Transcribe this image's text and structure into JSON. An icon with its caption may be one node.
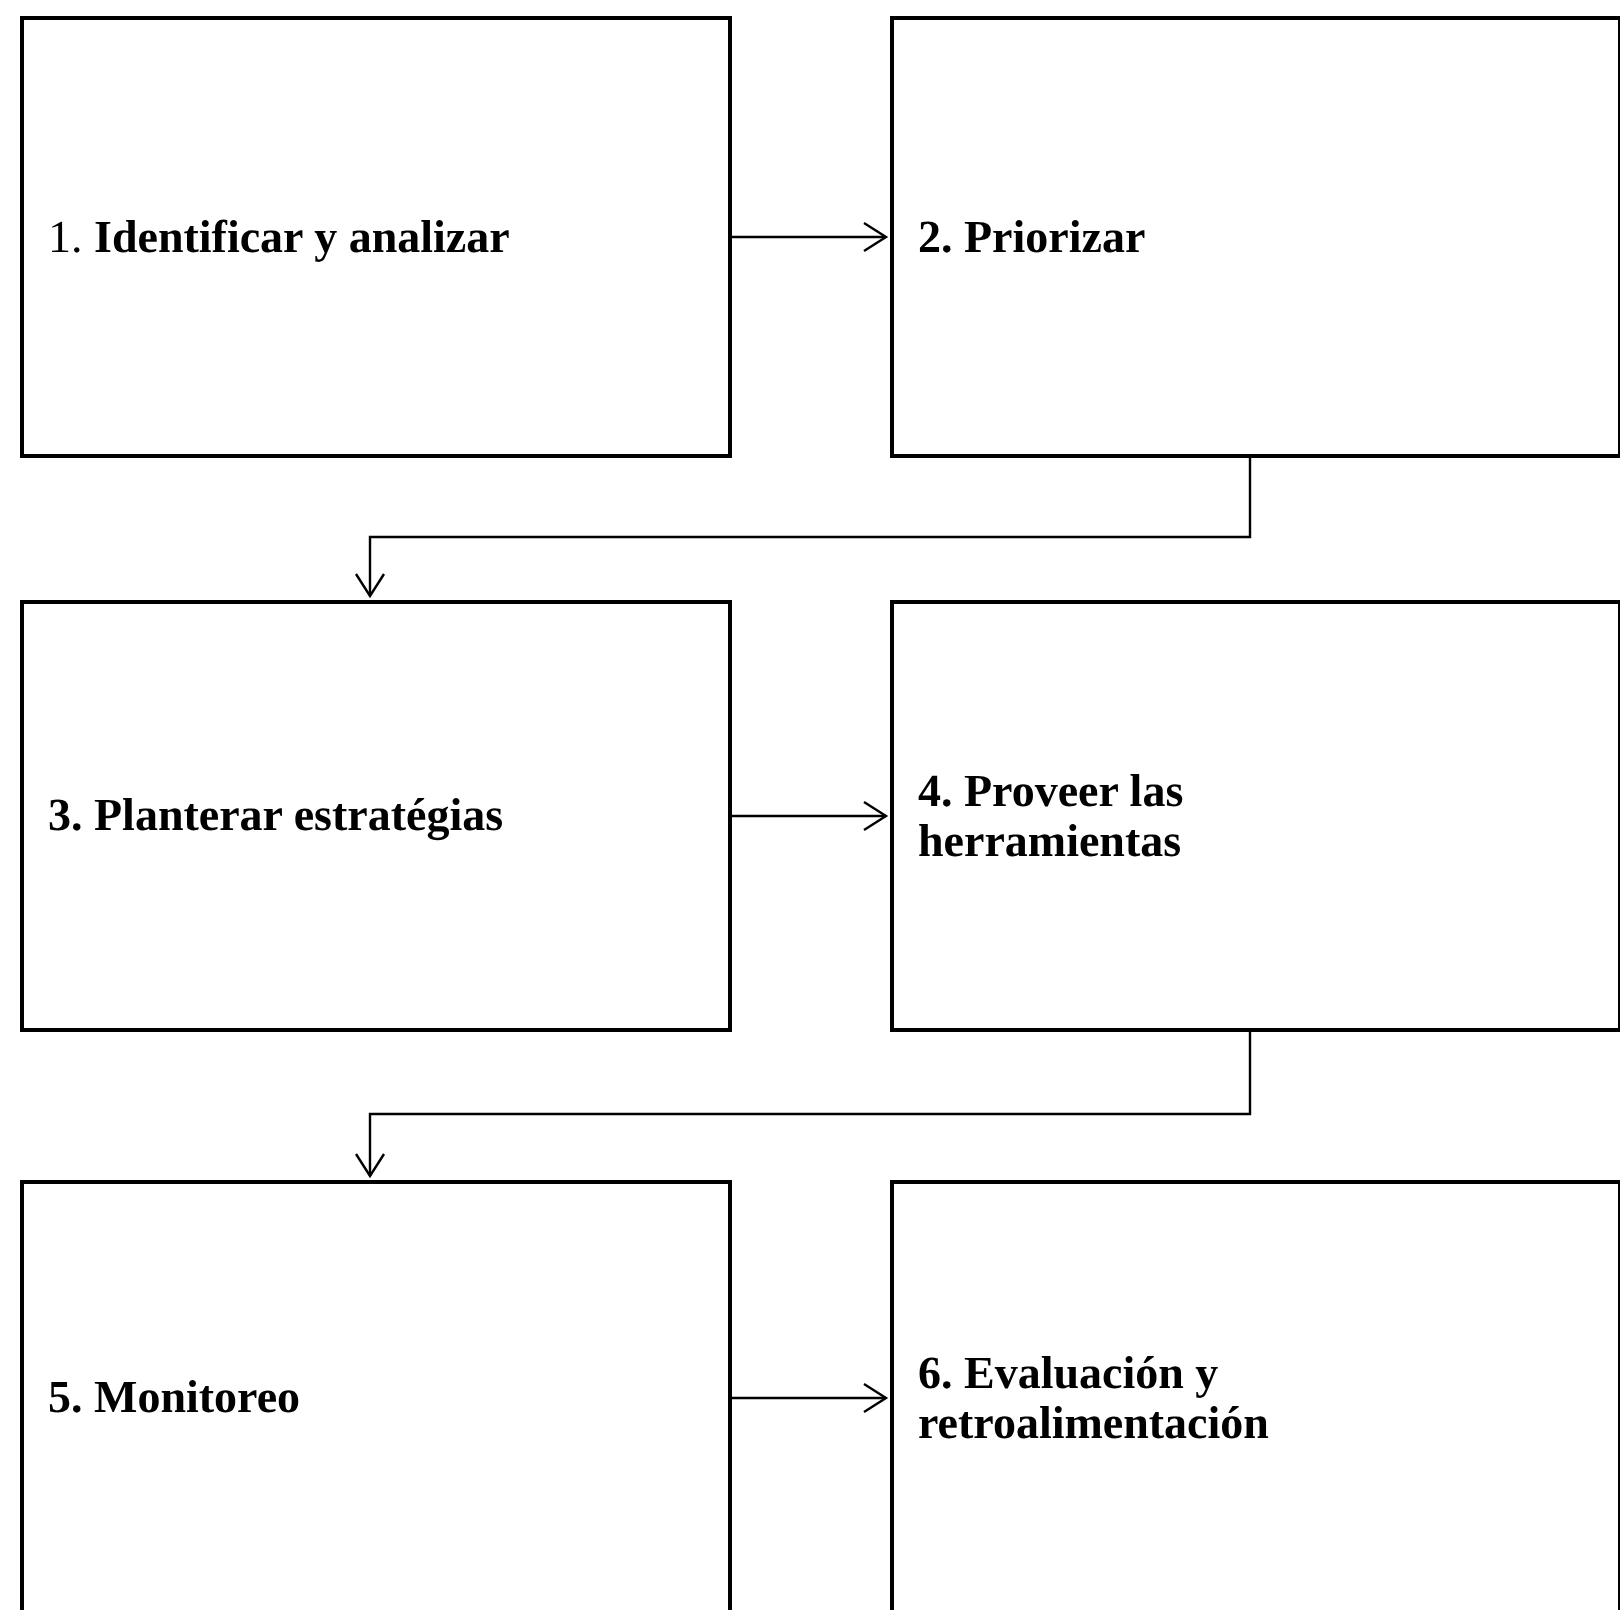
{
  "diagram": {
    "nodes": [
      {
        "text": [
          "1. **Identificar y analizar**"
        ]
      },
      {
        "text": [
          "2. Priorizar"
        ]
      },
      {
        "text": [
          "3. Planterar estratégias"
        ]
      },
      {
        "text": [
          "4. Proveer las herramientas"
        ]
      },
      {
        "text": [
          "5. Monitoreo"
        ]
      },
      {
        "text": [
          "6. Evaluación y retroalimentación"
        ]
      }
    ],
    "edges": [
      {
        "from": 0,
        "to": 1,
        "arrow": "to"
      },
      {
        "from": 1,
        "to": 2,
        "arrow": "to"
      },
      {
        "from": 2,
        "to": 3,
        "arrow": "to"
      },
      {
        "from": 3,
        "to": 4,
        "arrow": "to"
      },
      {
        "from": 4,
        "to": 5,
        "arrow": "to"
      }
    ]
  }
}
